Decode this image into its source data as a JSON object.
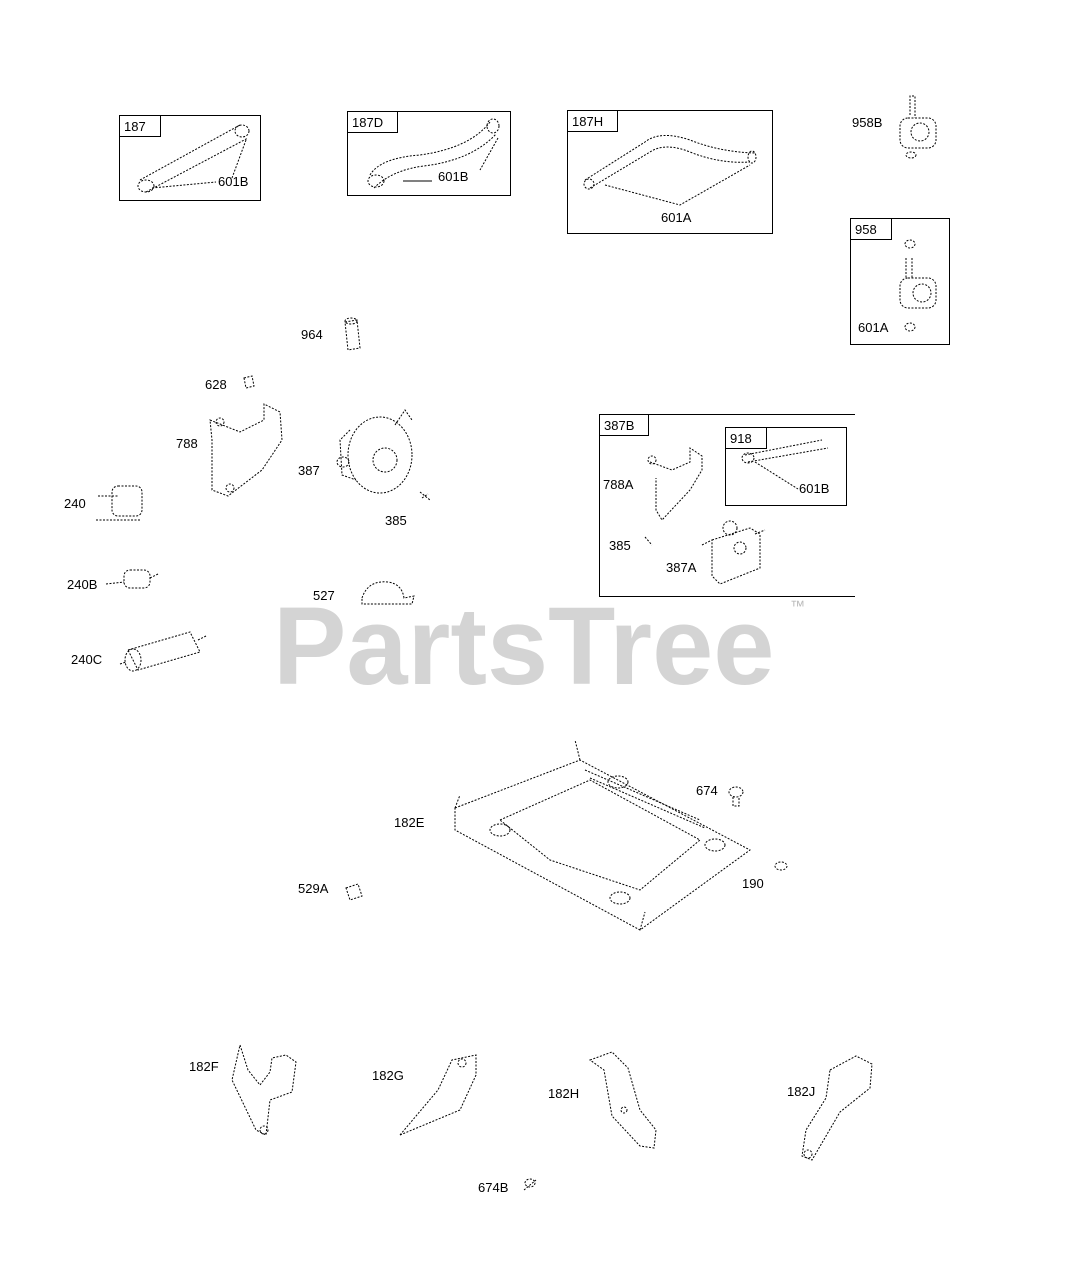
{
  "watermark": {
    "text": "PartsTree",
    "trademark": "™"
  },
  "boxes": {
    "b187": {
      "tag": "187",
      "callout": "601B"
    },
    "b187d": {
      "tag": "187D",
      "callout": "601B"
    },
    "b187h": {
      "tag": "187H",
      "callout": "601A"
    },
    "b958": {
      "tag": "958",
      "callout": "601A"
    },
    "b387b": {
      "tag": "387B",
      "items": {
        "bracket": "788A",
        "screw": "385",
        "pump": "387A"
      }
    },
    "b918": {
      "tag": "918",
      "callout": "601B"
    }
  },
  "labels": {
    "p958b": "958B",
    "p964": "964",
    "p628": "628",
    "p788": "788",
    "p387": "387",
    "p385": "385",
    "p240": "240",
    "p240b": "240B",
    "p527": "527",
    "p240c": "240C",
    "p182e": "182E",
    "p674": "674",
    "p190": "190",
    "p529a": "529A",
    "p182f": "182F",
    "p182g": "182G",
    "p182h": "182H",
    "p182j": "182J",
    "p674b": "674B"
  }
}
